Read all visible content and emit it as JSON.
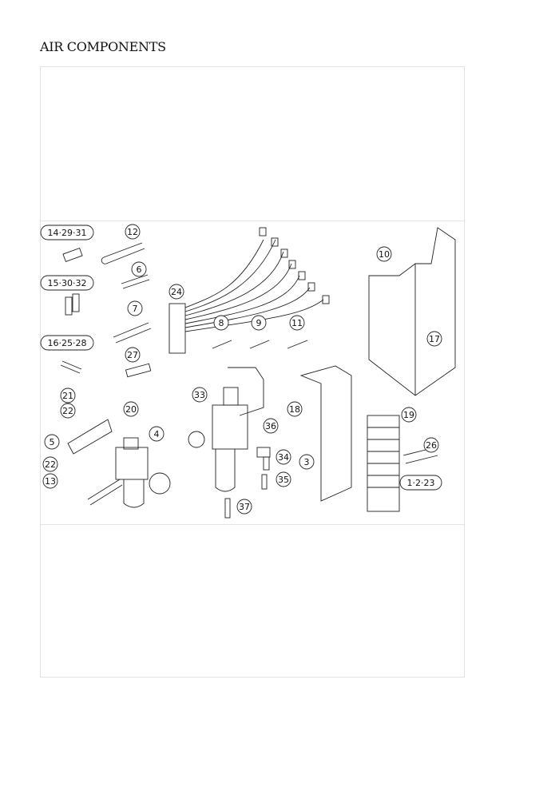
{
  "page": {
    "title": "AIR COMPONENTS"
  },
  "callouts": [
    "14·29·31",
    "15·30·32",
    "16·25·28",
    "12",
    "6",
    "7",
    "27",
    "24",
    "8",
    "9",
    "11",
    "10",
    "17",
    "33",
    "21",
    "22",
    "20",
    "4",
    "5",
    "22",
    "13",
    "36",
    "18",
    "19",
    "26",
    "34",
    "3",
    "35",
    "1·2·23",
    "37"
  ]
}
